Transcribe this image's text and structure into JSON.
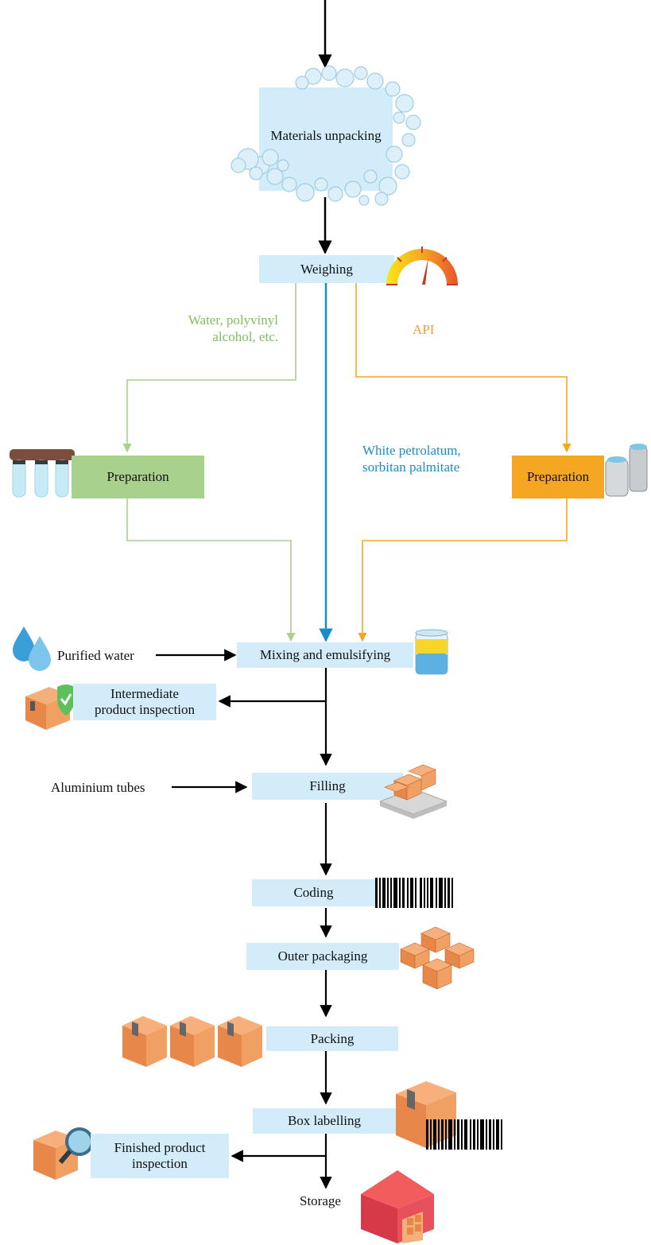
{
  "colors": {
    "box_blue": "#d2ecf9",
    "green": "#a9d18e",
    "green_text": "#7fbf5f",
    "orange": "#f5a623",
    "orange_text": "#f0a030",
    "blue": "#1a8dc7",
    "black": "#000000"
  },
  "steps": {
    "unpacking": "Materials unpacking",
    "weighing": "Weighing",
    "prep_left": "Preparation",
    "prep_right": "Preparation",
    "mixing": "Mixing and emulsifying",
    "intermediate": "Intermediate\nproduct inspection",
    "filling": "Filling",
    "coding": "Coding",
    "outer": "Outer packaging",
    "packing": "Packing",
    "labelling": "Box labelling",
    "finished": "Finished product\ninspection",
    "storage": "Storage"
  },
  "inputs": {
    "water_alcohol": "Water, polyvinyl\nalcohol, etc.",
    "api": "API",
    "petrolatum": "White petrolatum,\nsorbitan palmitate",
    "purified_water": "Purified water",
    "aluminium": "Aluminium tubes"
  },
  "icons": [
    "bubbles-icon",
    "gauge-icon",
    "filter-cartridges-icon",
    "milk-cans-icon",
    "water-drops-icon",
    "beaker-icon",
    "box-check-icon",
    "pallet-boxes-icon",
    "barcode-icon",
    "boxes-icon",
    "box-barcode-icon",
    "box-magnifier-icon",
    "warehouse-icon"
  ]
}
